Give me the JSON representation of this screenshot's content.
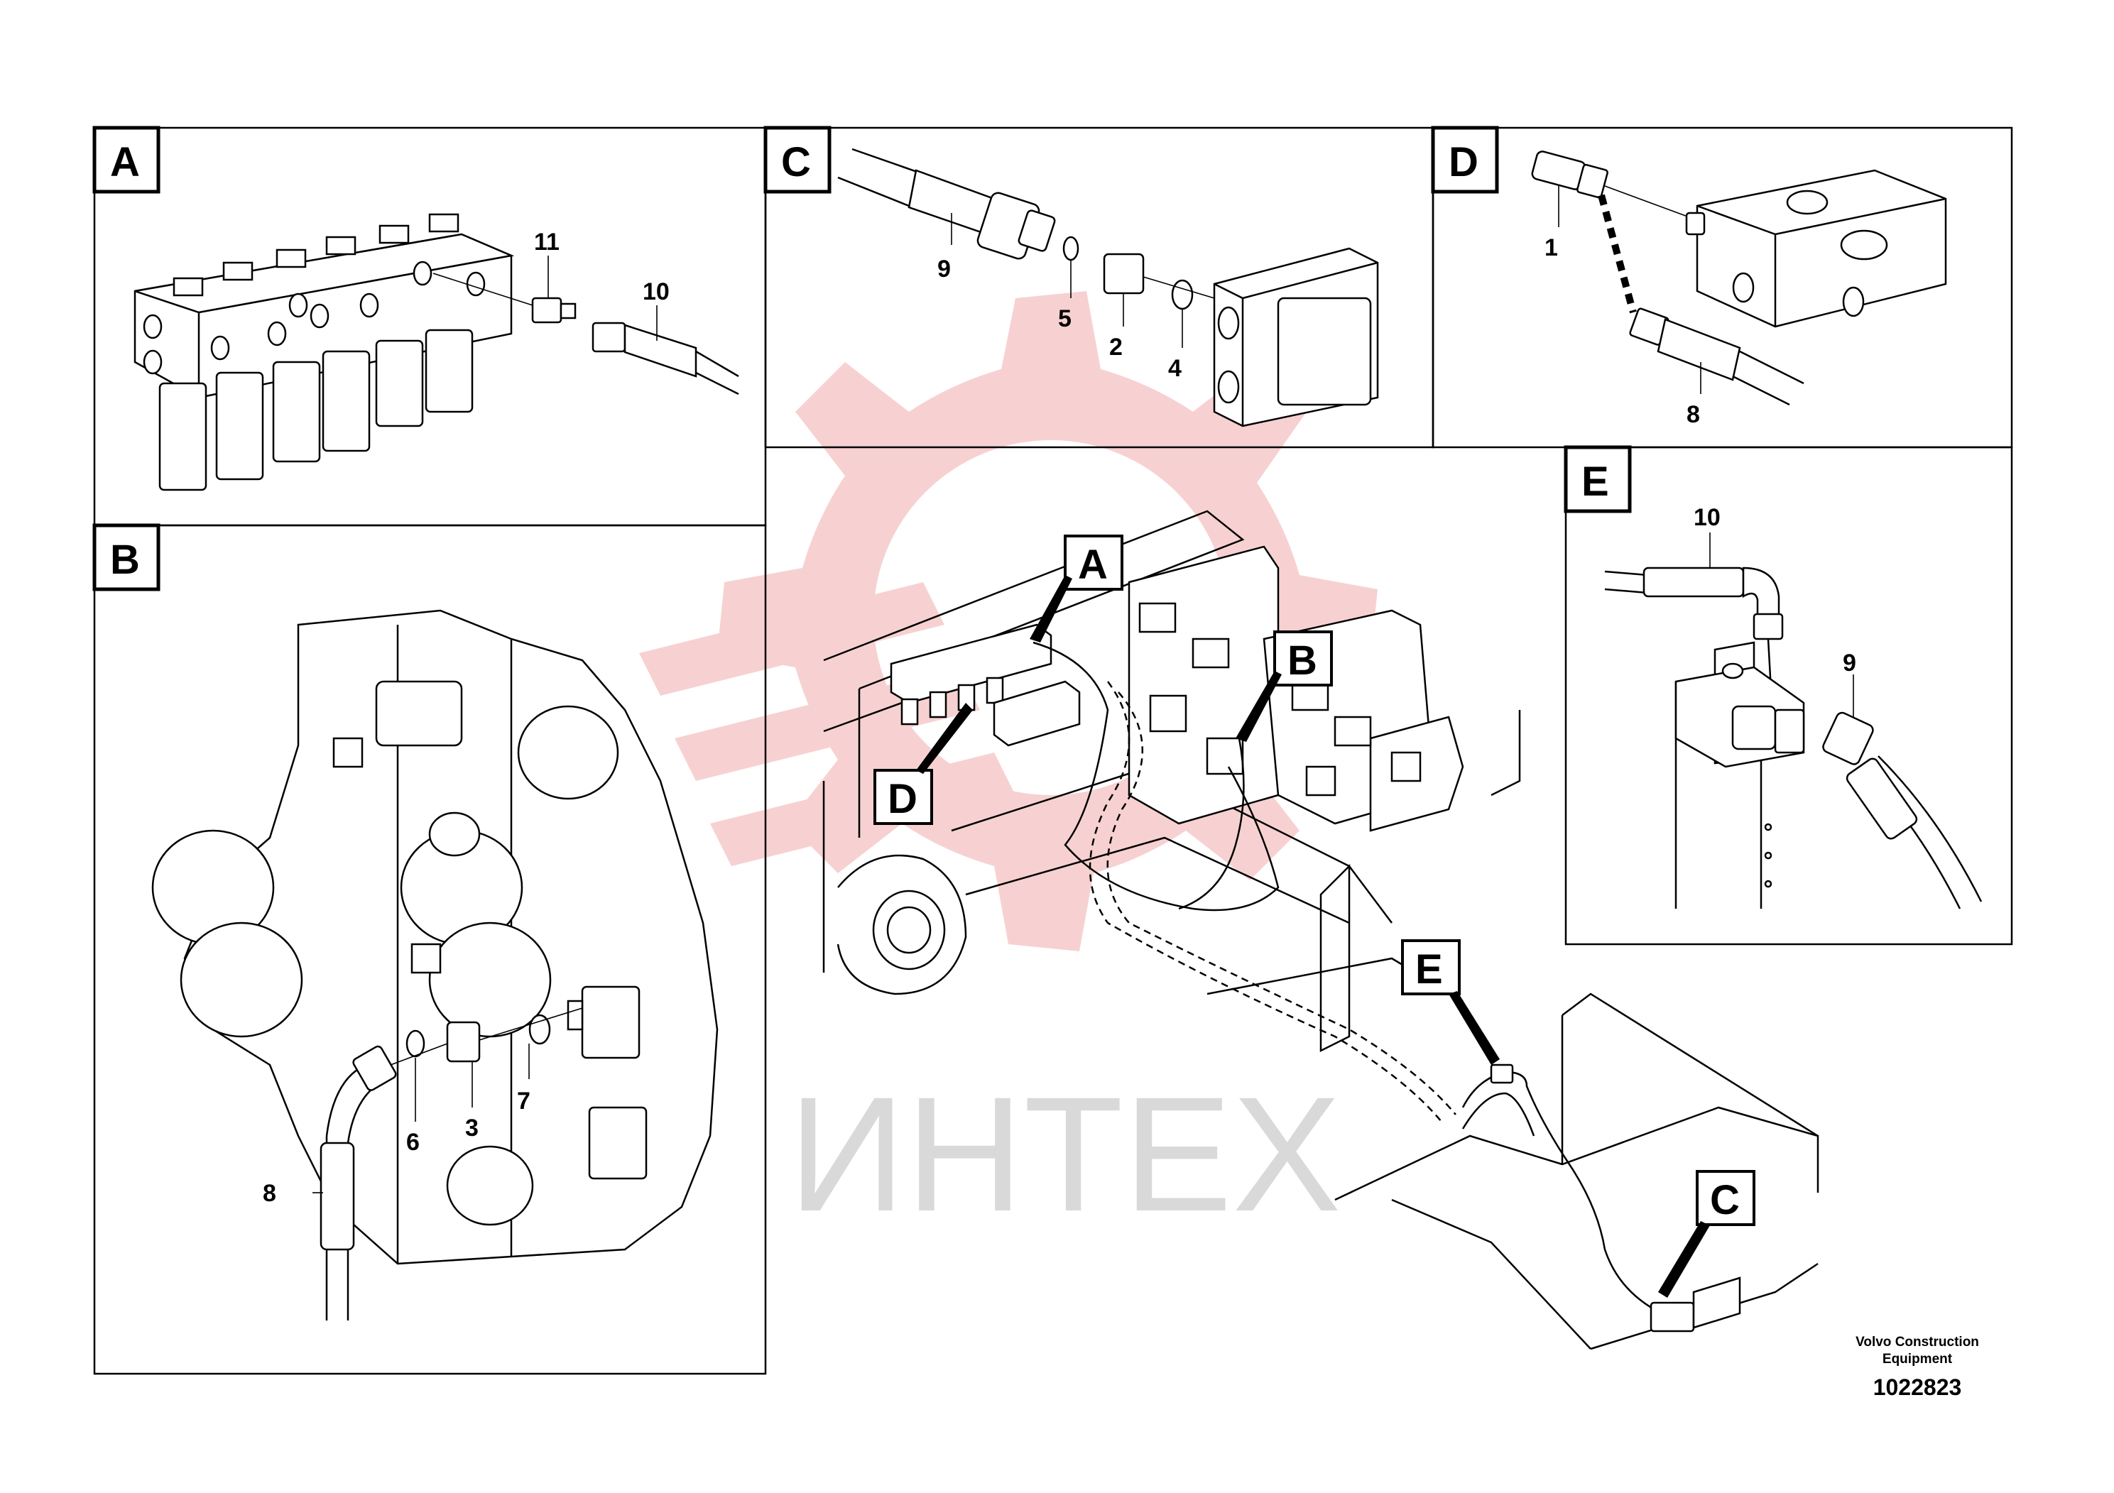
{
  "watermark": {
    "text": "ИНТЕХ",
    "colors": {
      "gear": "#f6c9c9",
      "text": "#d9d9d9"
    }
  },
  "panels": {
    "A": {
      "letter": "A",
      "callouts": [
        "11",
        "10"
      ]
    },
    "B": {
      "letter": "B",
      "callouts": [
        "8",
        "6",
        "3",
        "7"
      ]
    },
    "C": {
      "letter": "C",
      "callouts": [
        "9",
        "5",
        "2",
        "4"
      ]
    },
    "D": {
      "letter": "D",
      "callouts": [
        "1",
        "8"
      ]
    },
    "E": {
      "letter": "E",
      "callouts": [
        "10",
        "9"
      ]
    }
  },
  "overview": {
    "labels": {
      "A": "A",
      "B": "B",
      "C": "C",
      "D": "D",
      "E": "E"
    }
  },
  "footer": {
    "company_line1": "Volvo Construction",
    "company_line2": "Equipment",
    "drawing_number": "1022823"
  }
}
